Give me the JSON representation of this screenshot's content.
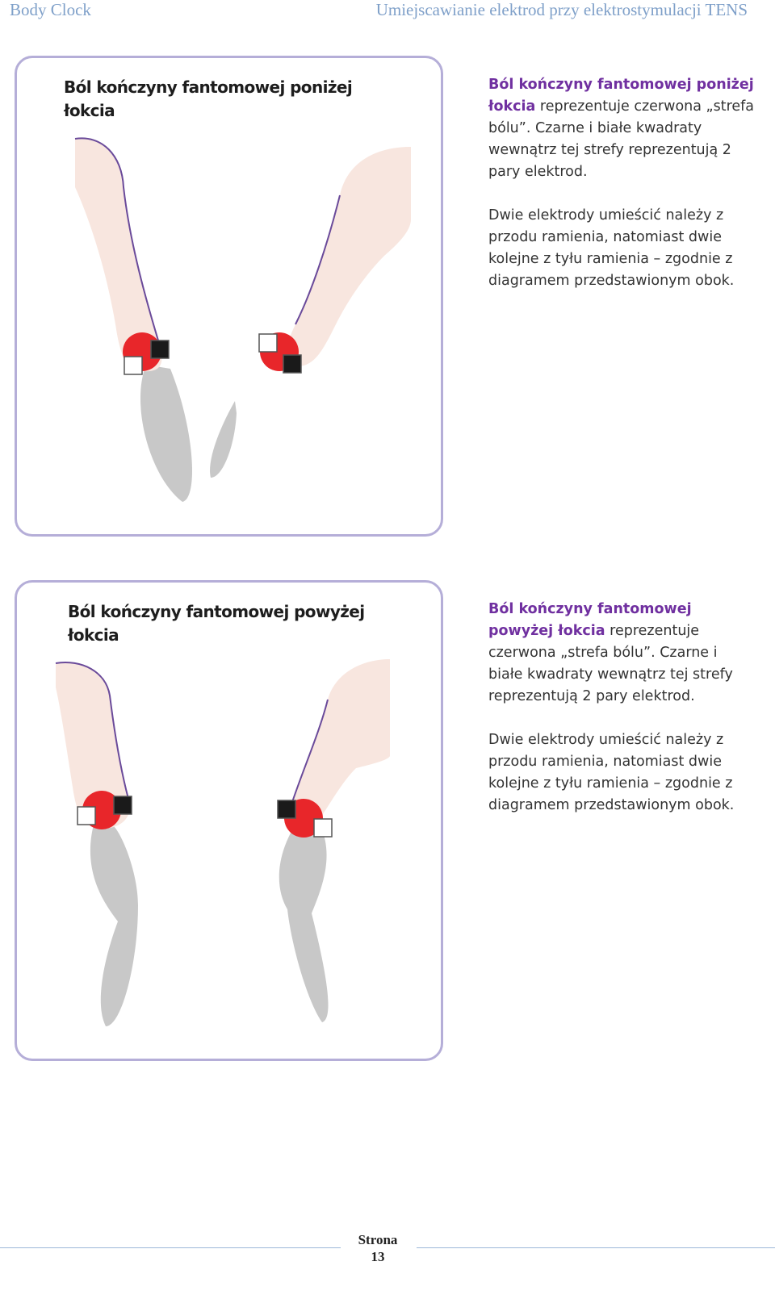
{
  "header": {
    "left": "Body Clock",
    "right": "Umiejscawianie elektrod przy elektrostymulacji TENS"
  },
  "sections": [
    {
      "figure_title": "Ból kończyny fantomowej poniżej łokcia",
      "accent": "Ból kończyny fantomowej poniżej łokcia",
      "para1_rest": " reprezentuje czerwona „strefa bólu”. Czarne i białe kwadraty wewnątrz tej strefy reprezentują 2 pary elektrod.",
      "para2": "Dwie elektrody umieścić należy z przodu ramienia, natomiast dwie kolejne z tyłu ramienia – zgodnie z diagramem przedstawionym obok."
    },
    {
      "figure_title": "Ból kończyny fantomowej powyżej łokcia",
      "accent": "Ból kończyny fantomowej powyżej łokcia",
      "para1_rest": " reprezentuje czerwona „strefa bólu”. Czarne i białe kwadraty wewnątrz tej strefy reprezentują 2 pary elektrod.",
      "para2": "Dwie elektrody umieścić należy z przodu ramienia, natomiast dwie kolejne z tyłu ramienia – zgodnie z diagramem przedstawionym obok."
    }
  ],
  "footer": {
    "page_label": "Strona",
    "page_number": "13"
  },
  "colors": {
    "accent": "#7030a0",
    "header": "#7fa0c9",
    "frame": "#b5aed8",
    "skin": "#f8e6df",
    "pain_zone": "#e8262a",
    "phantom": "#c8c8c8"
  }
}
